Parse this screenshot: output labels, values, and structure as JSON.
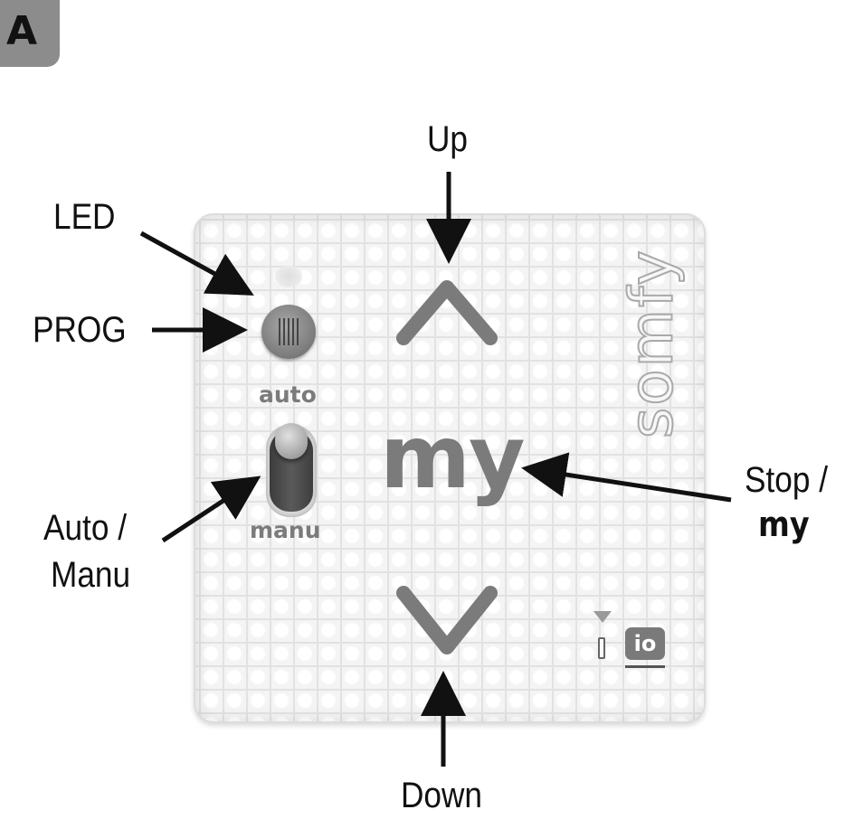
{
  "figure_tag": "A",
  "callouts": {
    "up": "Up",
    "down": "Down",
    "led": "LED",
    "prog": "PROG",
    "auto_manu_line1": "Auto /",
    "auto_manu_line2": "Manu",
    "stop_line1": "Stop /",
    "stop_line2": "my"
  },
  "device": {
    "brand": "somfy",
    "my_label": "my",
    "switch_top_label": "auto",
    "switch_bottom_label": "manu",
    "protocol_badge": "io",
    "icons": [
      "led-indicator",
      "prog-button-icon",
      "chevron-up-icon",
      "chevron-down-icon",
      "toggle-switch",
      "signal-triangle-icon",
      "io-badge"
    ]
  },
  "colors": {
    "panel": "#f4f4f4",
    "button_glyphs": "#7b7b7b",
    "ink": "#111111"
  }
}
